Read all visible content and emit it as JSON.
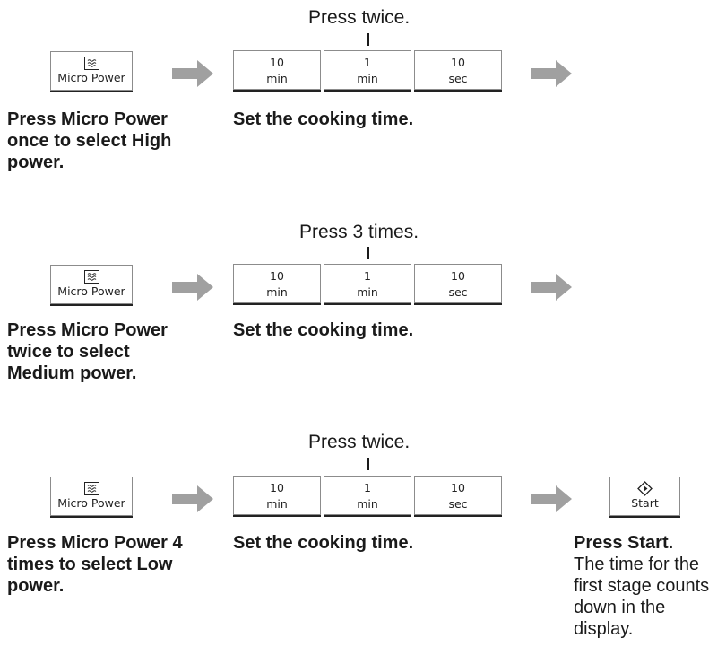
{
  "rows": [
    {
      "press_label": "Press twice.",
      "button_label": "Micro Power",
      "keys": [
        {
          "value": "10",
          "unit": "min"
        },
        {
          "value": "1",
          "unit": "min"
        },
        {
          "value": "10",
          "unit": "sec"
        }
      ],
      "step1_text": "Press Micro Power once to select High power.",
      "step2_text": "Set the cooking time."
    },
    {
      "press_label": "Press 3 times.",
      "button_label": "Micro Power",
      "keys": [
        {
          "value": "10",
          "unit": "min"
        },
        {
          "value": "1",
          "unit": "min"
        },
        {
          "value": "10",
          "unit": "sec"
        }
      ],
      "step1_text": "Press Micro Power twice to select Medium power.",
      "step2_text": "Set the cooking time."
    },
    {
      "press_label": "Press twice.",
      "button_label": "Micro Power",
      "keys": [
        {
          "value": "10",
          "unit": "min"
        },
        {
          "value": "1",
          "unit": "min"
        },
        {
          "value": "10",
          "unit": "sec"
        }
      ],
      "step1_text": "Press Micro Power 4 times to select Low power.",
      "step2_text": "Set the cooking time."
    }
  ],
  "start": {
    "button_label": "Start",
    "title": "Press Start.",
    "description": "The time for the first stage counts down in the display."
  },
  "colors": {
    "arrow": "#a0a0a0",
    "text": "#1a1a1a",
    "border": "#8c8c8c"
  },
  "icons": {
    "micro_power": "microwave-waves-icon",
    "start": "start-diamond-icon",
    "arrow": "right-arrow-icon"
  }
}
